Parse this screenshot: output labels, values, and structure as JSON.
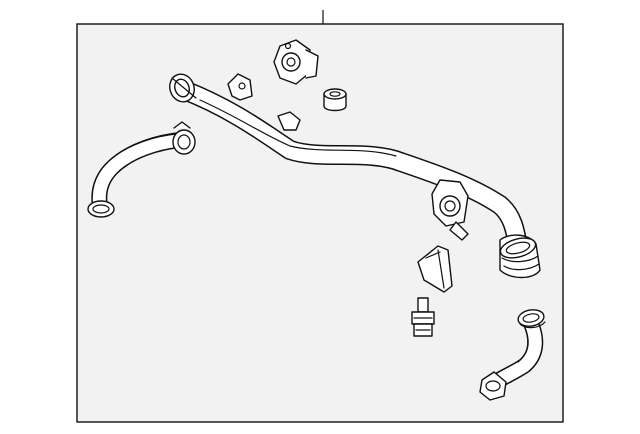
{
  "diagram": {
    "frame_fill": "#f2f2f2",
    "line_color": "#111111",
    "part_fill": "#ffffff",
    "parts": [
      {
        "id": "main-coolant-pipe"
      },
      {
        "id": "upper-left-hose"
      },
      {
        "id": "upper-flange-gasket"
      },
      {
        "id": "small-grommet"
      },
      {
        "id": "outlet-flange"
      },
      {
        "id": "bracket-clip"
      },
      {
        "id": "bleeder-fitting"
      },
      {
        "id": "lower-right-hose"
      }
    ]
  }
}
